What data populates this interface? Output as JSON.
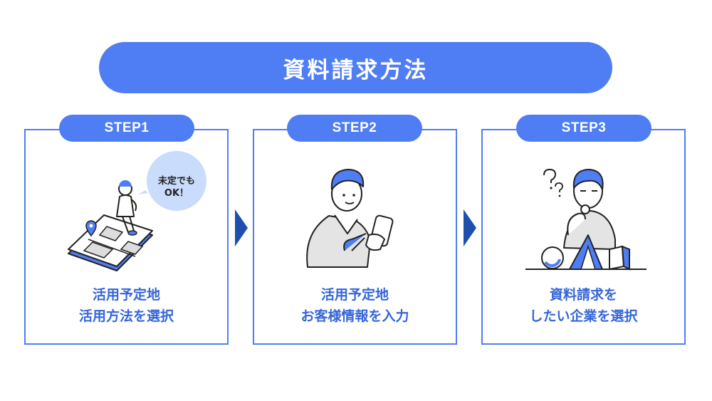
{
  "title": "資料請求方法",
  "colors": {
    "accent": "#4f7df3",
    "text_accent": "#3566d8",
    "arrow": "#1f4fae"
  },
  "steps": [
    {
      "label": "STEP1",
      "lines": [
        "活用予定地",
        "活用方法を選択"
      ],
      "bubble": [
        "未定でも",
        "OK！"
      ],
      "illustration": "person-standing-on-map-icon"
    },
    {
      "label": "STEP2",
      "lines": [
        "活用予定地",
        "お客様情報を入力"
      ],
      "illustration": "person-with-smartphone-icon"
    },
    {
      "label": "STEP3",
      "lines": [
        "資料請求を",
        "したい企業を選択"
      ],
      "illustration": "person-thinking-icon"
    }
  ]
}
